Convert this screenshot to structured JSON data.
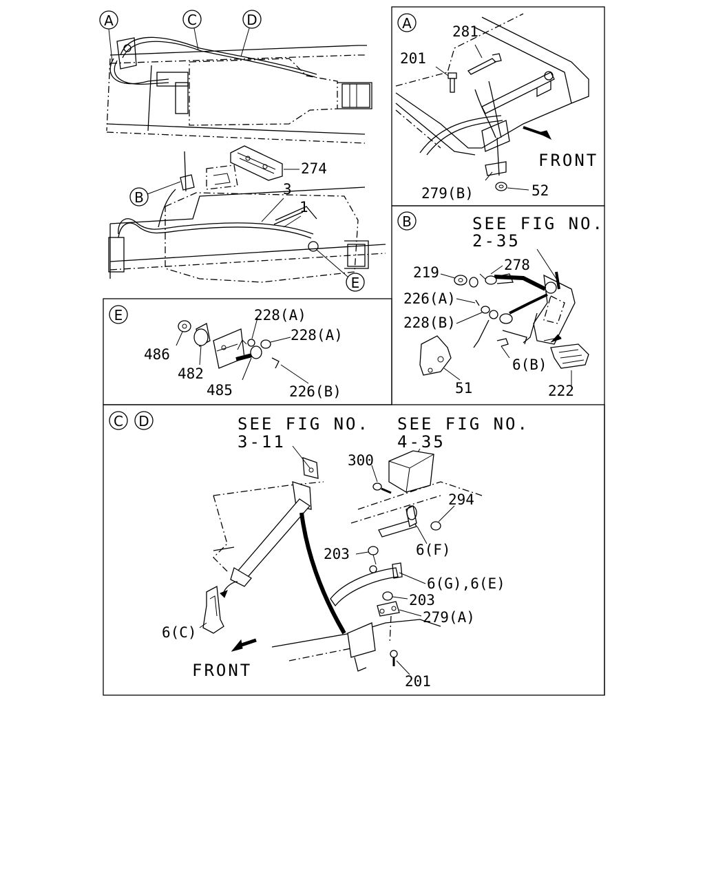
{
  "overview": {
    "callouts": [
      "A",
      "C",
      "D",
      "B",
      "E"
    ],
    "labels": [
      "274",
      "3",
      "1"
    ]
  },
  "panel_a": {
    "letter": "A",
    "parts": [
      "281",
      "201",
      "279(B)",
      "52"
    ],
    "direction": "FRONT"
  },
  "panel_b": {
    "letter": "B",
    "see_fig": "SEE FIG NO.",
    "fig_no": "2-35",
    "parts": [
      "219",
      "278",
      "226(A)",
      "228(B)",
      "6(B)",
      "51",
      "222"
    ]
  },
  "panel_e": {
    "letter": "E",
    "parts": [
      "228(A)",
      "228(A)",
      "486",
      "482",
      "485",
      "226(B)"
    ]
  },
  "panel_cd": {
    "letters": [
      "C",
      "D"
    ],
    "see_fig_1": "SEE FIG NO.",
    "fig_no_1": "3-11",
    "see_fig_2": "SEE FIG NO.",
    "fig_no_2": "4-35",
    "parts": [
      "300",
      "294",
      "6(F)",
      "203",
      "6(G),6(E)",
      "203",
      "279(A)",
      "6(C)",
      "201"
    ],
    "direction": "FRONT"
  }
}
